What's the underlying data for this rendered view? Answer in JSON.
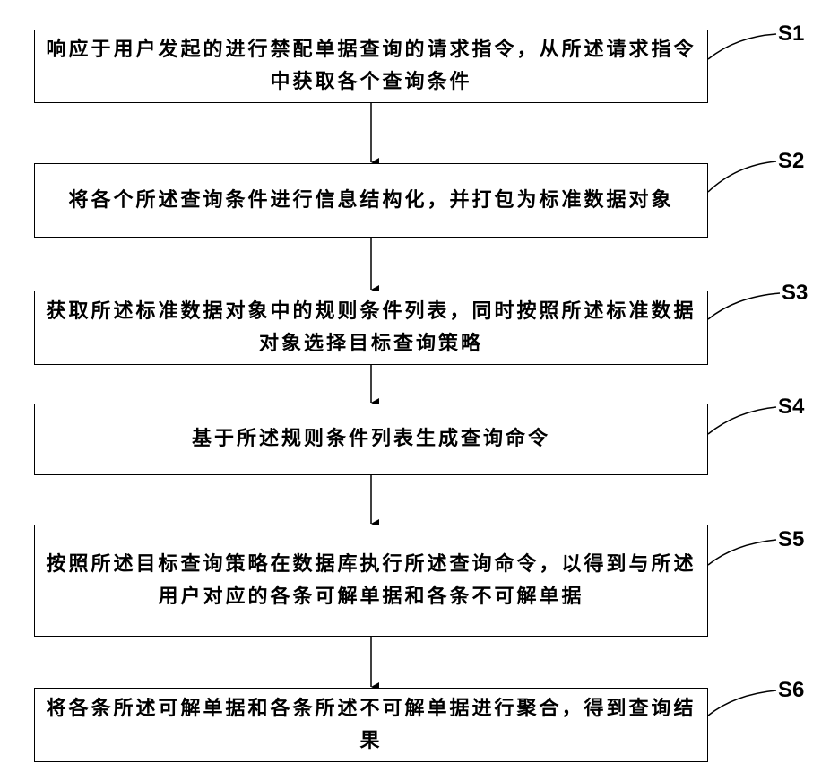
{
  "steps": [
    {
      "label": "S1",
      "text": "响应于用户发起的进行禁配单据查询的请求指令，从所述请求指令中获取各个查询条件"
    },
    {
      "label": "S2",
      "text": "将各个所述查询条件进行信息结构化，并打包为标准数据对象"
    },
    {
      "label": "S3",
      "text": "获取所述标准数据对象中的规则条件列表，同时按照所述标准数据对象选择目标查询策略"
    },
    {
      "label": "S4",
      "text": "基于所述规则条件列表生成查询命令"
    },
    {
      "label": "S5",
      "text": "按照所述目标查询策略在数据库执行所述查询命令，以得到与所述用户对应的各条可解单据和各条不可解单据"
    },
    {
      "label": "S6",
      "text": "将各条所述可解单据和各条所述不可解单据进行聚合，得到查询结果"
    }
  ]
}
